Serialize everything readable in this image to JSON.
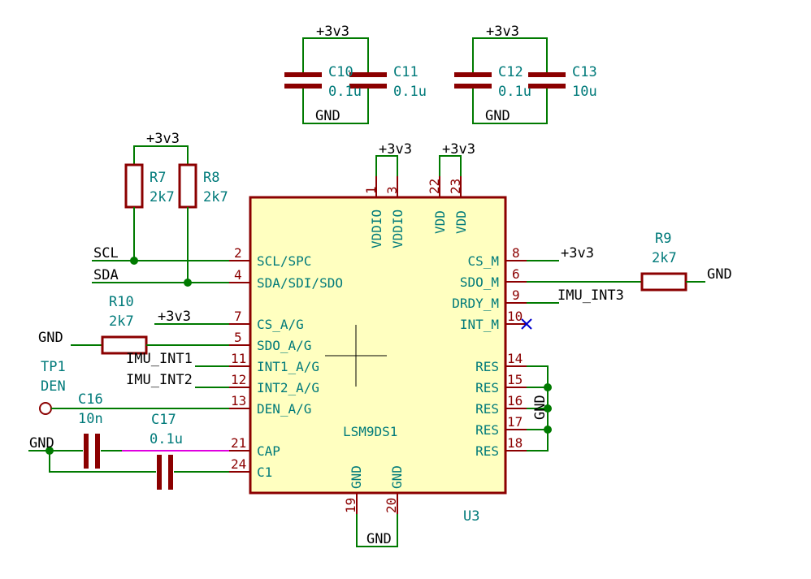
{
  "chip": {
    "ref": "U3",
    "value": "LSM9DS1",
    "top_pins": [
      {
        "num": "1",
        "name": "VDDIO"
      },
      {
        "num": "3",
        "name": "VDDIO"
      },
      {
        "num": "22",
        "name": "VDD"
      },
      {
        "num": "23",
        "name": "VDD"
      }
    ],
    "left_pins": [
      {
        "num": "2",
        "name": "SCL/SPC"
      },
      {
        "num": "4",
        "name": "SDA/SDI/SDO"
      },
      {
        "num": "7",
        "name": "CS_A/G"
      },
      {
        "num": "5",
        "name": "SDO_A/G"
      },
      {
        "num": "11",
        "name": "INT1_A/G"
      },
      {
        "num": "12",
        "name": "INT2_A/G"
      },
      {
        "num": "13",
        "name": "DEN_A/G"
      },
      {
        "num": "21",
        "name": "CAP"
      },
      {
        "num": "24",
        "name": "C1"
      }
    ],
    "right_pins": [
      {
        "num": "8",
        "name": "CS_M"
      },
      {
        "num": "6",
        "name": "SDO_M"
      },
      {
        "num": "9",
        "name": "DRDY_M"
      },
      {
        "num": "10",
        "name": "INT_M"
      },
      {
        "num": "14",
        "name": "RES"
      },
      {
        "num": "15",
        "name": "RES"
      },
      {
        "num": "16",
        "name": "RES"
      },
      {
        "num": "17",
        "name": "RES"
      },
      {
        "num": "18",
        "name": "RES"
      }
    ],
    "bottom_pins": [
      {
        "num": "19",
        "name": "GND"
      },
      {
        "num": "20",
        "name": "GND"
      }
    ]
  },
  "components": {
    "c10": {
      "ref": "C10",
      "value": "0.1u"
    },
    "c11": {
      "ref": "C11",
      "value": "0.1u"
    },
    "c12": {
      "ref": "C12",
      "value": "0.1u"
    },
    "c13": {
      "ref": "C13",
      "value": "10u"
    },
    "c16": {
      "ref": "C16",
      "value": "10n"
    },
    "c17": {
      "ref": "C17",
      "value": "0.1u"
    },
    "r7": {
      "ref": "R7",
      "value": "2k7"
    },
    "r8": {
      "ref": "R8",
      "value": "2k7"
    },
    "r9": {
      "ref": "R9",
      "value": "2k7"
    },
    "r10": {
      "ref": "R10",
      "value": "2k7"
    },
    "tp1": {
      "ref": "TP1",
      "value": "DEN"
    }
  },
  "nets": {
    "vcc": "+3v3",
    "gnd": "GND",
    "scl": "SCL",
    "sda": "SDA",
    "imu_int1": "IMU_INT1",
    "imu_int2": "IMU_INT2",
    "imu_int3": "IMU_INT3"
  }
}
